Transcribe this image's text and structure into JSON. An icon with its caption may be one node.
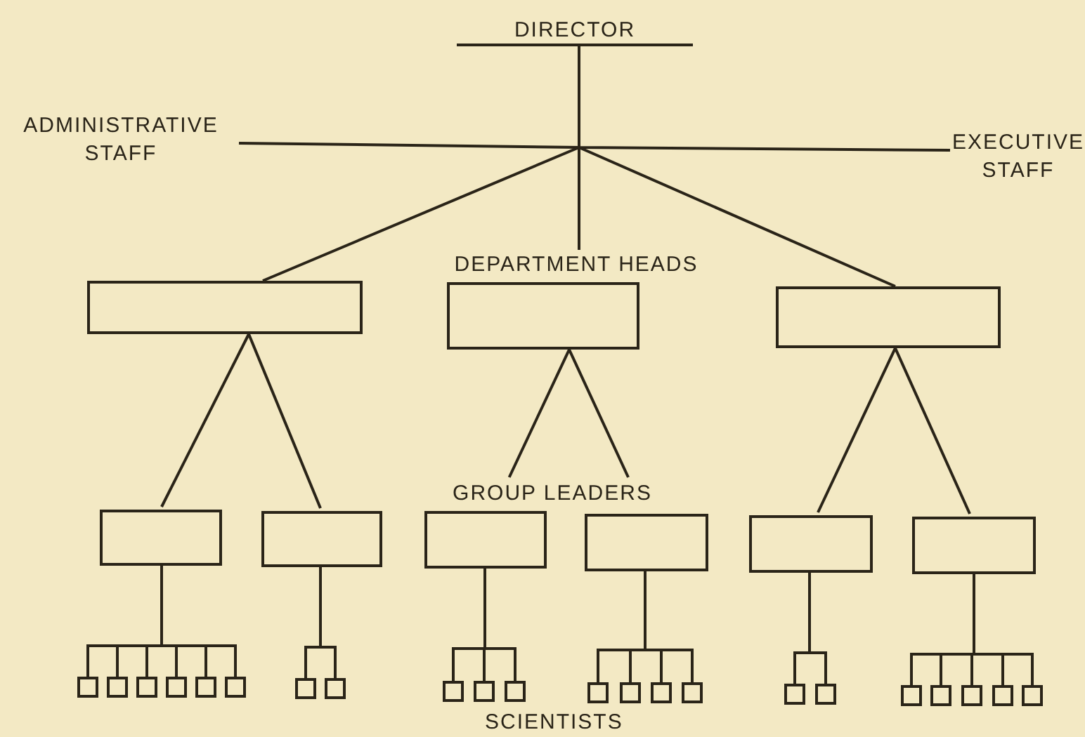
{
  "diagram": {
    "nodes": [
      {
        "text": [
          "DIRECTOR"
        ]
      },
      {
        "text": [
          "ADMINISTRATIVE STAFF"
        ]
      },
      {
        "text": [
          "EXECUTIVE STAFF"
        ]
      },
      {
        "text": [
          "DEPARTMENT HEADS"
        ]
      },
      {
        "text": [],
        "shape": "box"
      },
      {
        "text": [],
        "shape": "box"
      },
      {
        "text": [],
        "shape": "box"
      },
      {
        "text": [
          "GROUP LEADERS"
        ]
      },
      {
        "text": [],
        "shape": "box"
      },
      {
        "text": [],
        "shape": "box"
      },
      {
        "text": [],
        "shape": "box"
      },
      {
        "text": [],
        "shape": "box"
      },
      {
        "text": [],
        "shape": "box"
      },
      {
        "text": [],
        "shape": "box"
      },
      {
        "text": [],
        "shape": "box"
      },
      {
        "text": [],
        "shape": "box"
      },
      {
        "text": [],
        "shape": "box"
      },
      {
        "text": [],
        "shape": "box"
      },
      {
        "text": [],
        "shape": "box"
      },
      {
        "text": [],
        "shape": "box"
      },
      {
        "text": [],
        "shape": "box"
      },
      {
        "text": [],
        "shape": "box"
      },
      {
        "text": [],
        "shape": "box"
      },
      {
        "text": [],
        "shape": "box"
      },
      {
        "text": [],
        "shape": "box"
      },
      {
        "text": [],
        "shape": "box"
      },
      {
        "text": [],
        "shape": "box"
      },
      {
        "text": [],
        "shape": "box"
      },
      {
        "text": [],
        "shape": "box"
      },
      {
        "text": [],
        "shape": "box"
      },
      {
        "text": [],
        "shape": "box"
      },
      {
        "text": [],
        "shape": "box"
      },
      {
        "text": [],
        "shape": "box"
      },
      {
        "text": [],
        "shape": "box"
      },
      {
        "text": [],
        "shape": "box"
      },
      {
        "text": [],
        "shape": "box"
      }
    ],
    "edges": [
      {
        "from": 0,
        "to": 1,
        "arrow": "none"
      },
      {
        "from": 0,
        "to": 2,
        "arrow": "none"
      },
      {
        "from": 0,
        "to": 3,
        "arrow": "none"
      },
      {
        "from": 0,
        "to": 4,
        "arrow": "none"
      },
      {
        "from": 0,
        "to": 6,
        "arrow": "none"
      },
      {
        "from": 4,
        "to": 8,
        "arrow": "none"
      },
      {
        "from": 4,
        "to": 9,
        "arrow": "none"
      },
      {
        "from": 5,
        "to": 7,
        "arrow": "none"
      },
      {
        "from": 5,
        "to": 7,
        "arrow": "none"
      },
      {
        "from": 6,
        "to": 12,
        "arrow": "none"
      },
      {
        "from": 6,
        "to": 13,
        "arrow": "none"
      },
      {
        "from": 8,
        "to": 14,
        "arrow": "none"
      },
      {
        "from": 8,
        "to": 15,
        "arrow": "none"
      },
      {
        "from": 8,
        "to": 16,
        "arrow": "none"
      },
      {
        "from": 8,
        "to": 17,
        "arrow": "none"
      },
      {
        "from": 8,
        "to": 18,
        "arrow": "none"
      },
      {
        "from": 8,
        "to": 19,
        "arrow": "none"
      },
      {
        "from": 9,
        "to": 20,
        "arrow": "none"
      },
      {
        "from": 9,
        "to": 21,
        "arrow": "none"
      },
      {
        "from": 10,
        "to": 22,
        "arrow": "none"
      },
      {
        "from": 10,
        "to": 23,
        "arrow": "none"
      },
      {
        "from": 10,
        "to": 24,
        "arrow": "none"
      },
      {
        "from": 11,
        "to": 25,
        "arrow": "none"
      },
      {
        "from": 11,
        "to": 26,
        "arrow": "none"
      },
      {
        "from": 11,
        "to": 27,
        "arrow": "none"
      },
      {
        "from": 11,
        "to": 28,
        "arrow": "none"
      },
      {
        "from": 12,
        "to": 29,
        "arrow": "none"
      },
      {
        "from": 12,
        "to": 30,
        "arrow": "none"
      },
      {
        "from": 13,
        "to": 31,
        "arrow": "none"
      },
      {
        "from": 13,
        "to": 32,
        "arrow": "none"
      },
      {
        "from": 13,
        "to": 33,
        "arrow": "none"
      },
      {
        "from": 13,
        "to": 34,
        "arrow": "none"
      },
      {
        "from": 13,
        "to": 35,
        "arrow": "none"
      }
    ],
    "labels": [
      "SCIENTISTS"
    ]
  }
}
